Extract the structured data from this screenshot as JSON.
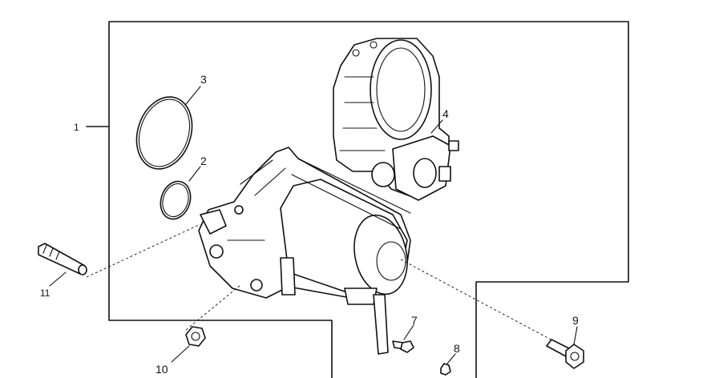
{
  "callouts": {
    "c1": "1",
    "c2": "2",
    "c3": "3",
    "c4": "4",
    "c7": "7",
    "c8": "8",
    "c9": "9",
    "c10": "10",
    "c11": "11"
  }
}
